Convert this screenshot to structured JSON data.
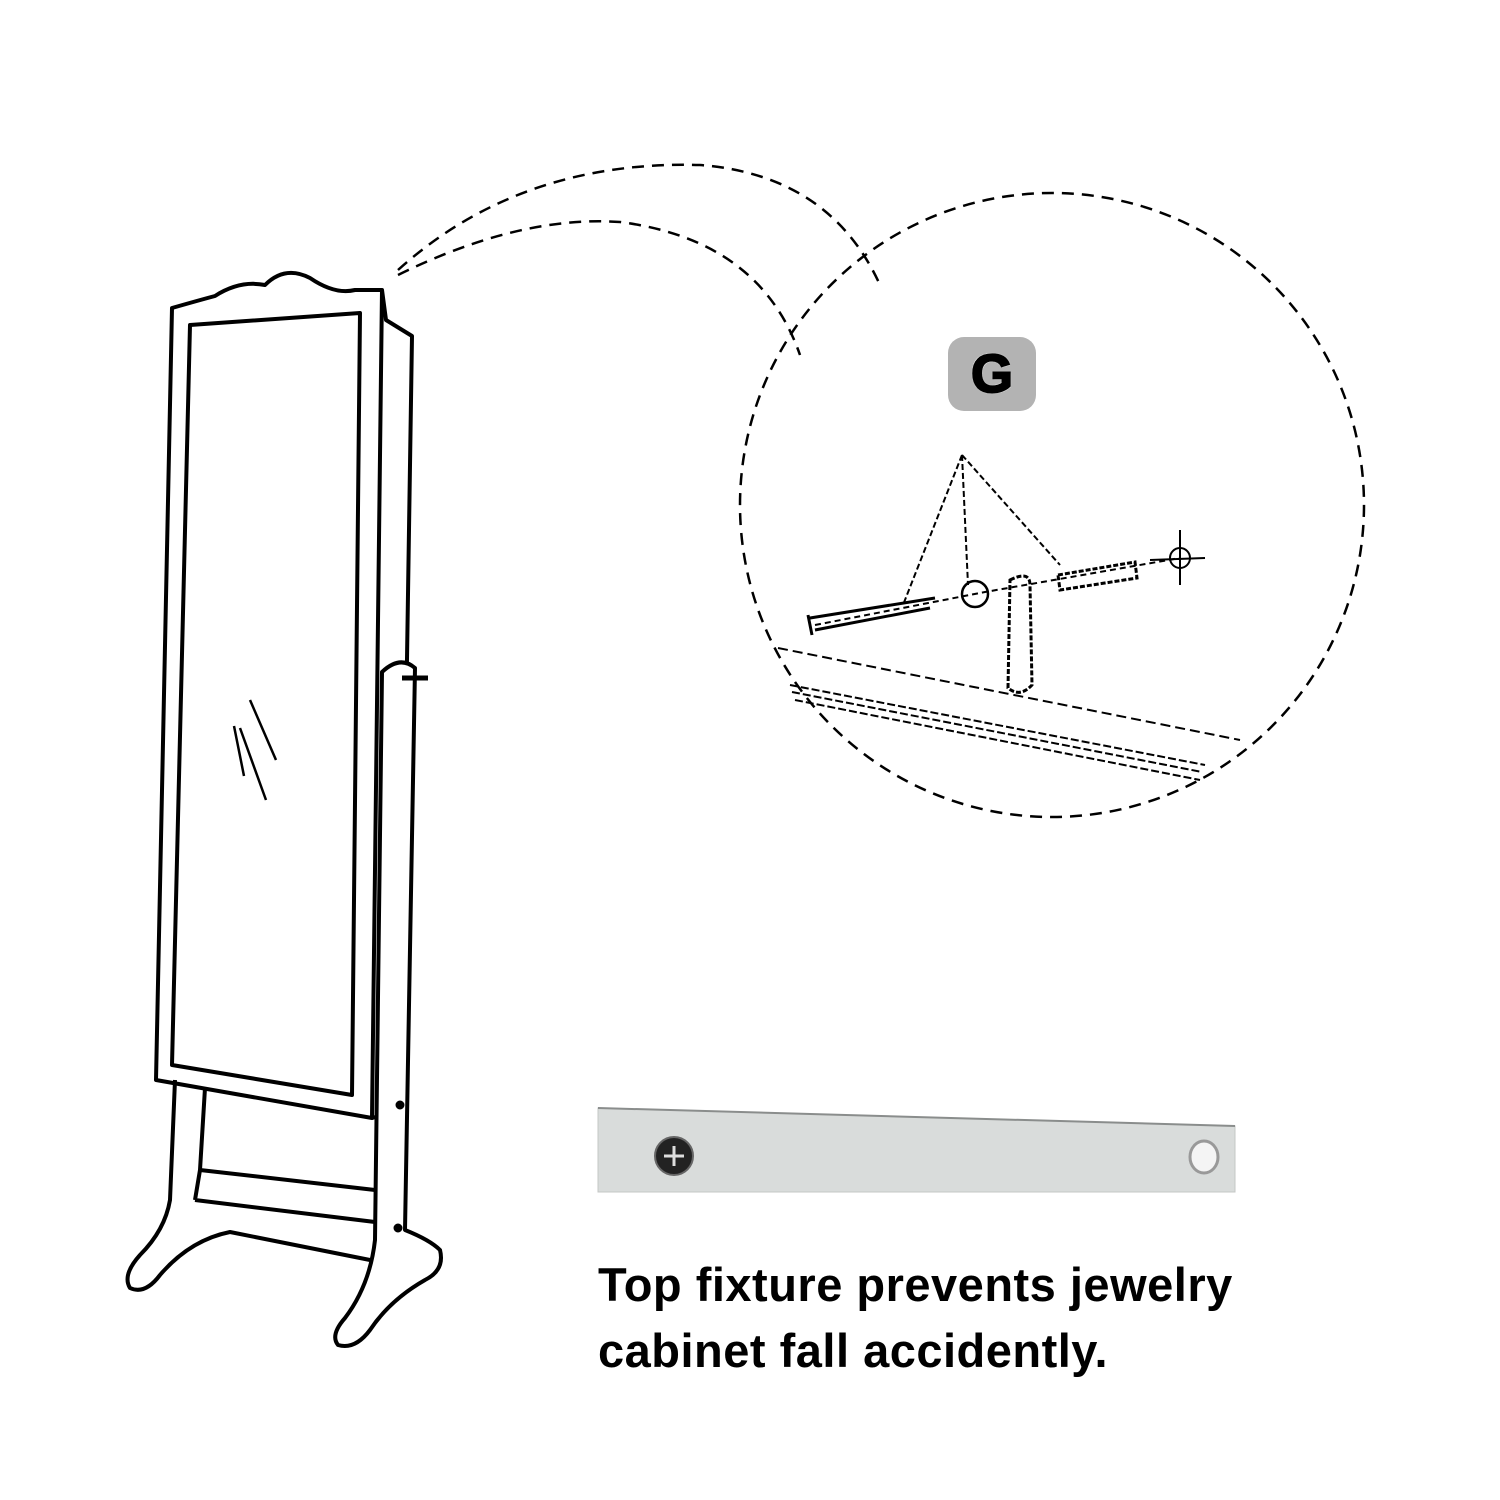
{
  "part_label": "G",
  "caption": {
    "line1": "Top fixture prevents jewelry",
    "line2": "cabinet fall accidently."
  },
  "colors": {
    "badge": "#b3b3b3",
    "strap": "#d9dcdb",
    "line": "#000000"
  }
}
